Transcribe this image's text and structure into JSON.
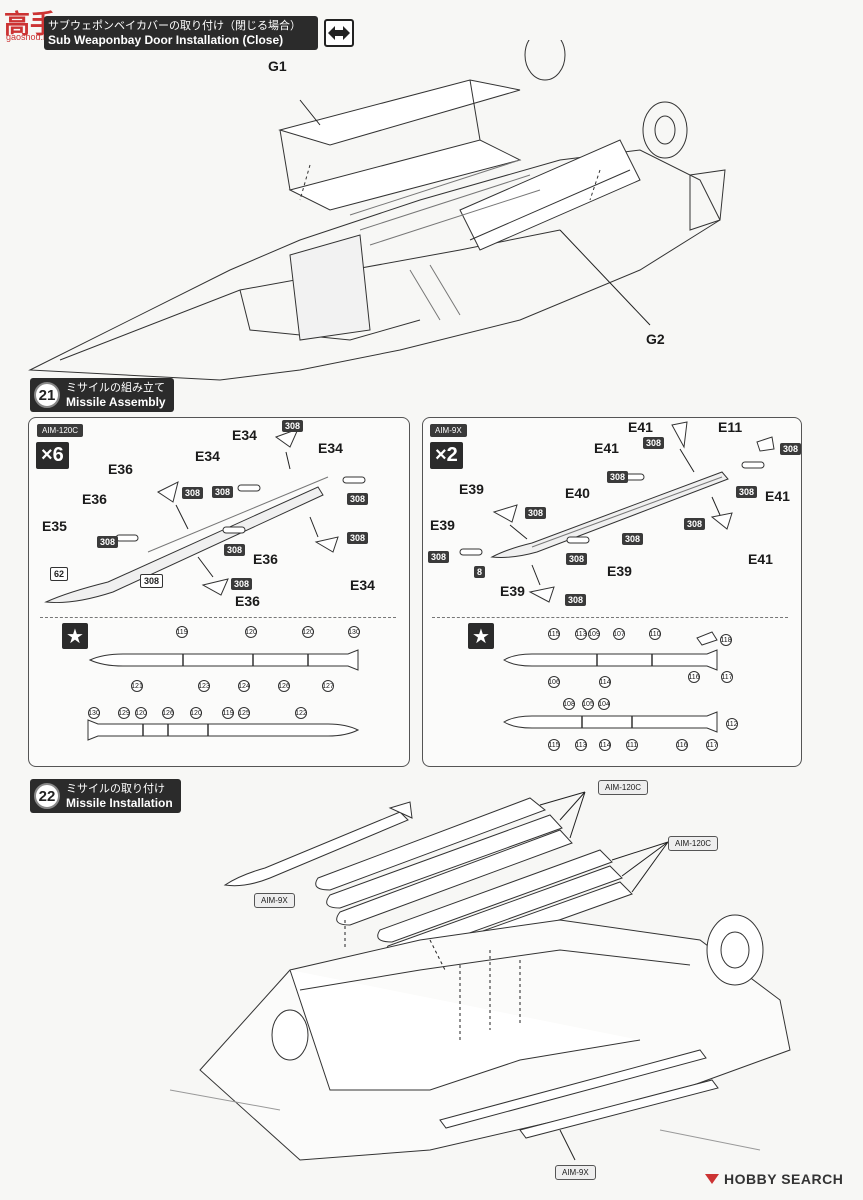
{
  "watermark": {
    "text": "高手",
    "sub": "gaoshou.net"
  },
  "step20": {
    "title_jp": "サブウェポンベイカバーの取り付け（閉じる場合）",
    "title_en": "Sub Weaponbay Door Installation (Close)",
    "parts": {
      "g1": "G1",
      "g2": "G2"
    }
  },
  "step21": {
    "num": "21",
    "title_jp": "ミサイルの組み立て",
    "title_en": "Missile Assembly",
    "left": {
      "tag": "AIM-120C",
      "mult": "×6",
      "parts": [
        "E34",
        "E34",
        "E34",
        "E34",
        "E36",
        "E36",
        "E36",
        "E36",
        "E35"
      ],
      "paint_code": "308",
      "paint_tip": "62",
      "star": "★",
      "markings_top": [
        "119",
        "120",
        "120",
        "130"
      ],
      "markings_bot": [
        "121",
        "123",
        "124",
        "126",
        "127"
      ],
      "markings_top2": [
        "130",
        "129",
        "120",
        "126",
        "120",
        "119",
        "125",
        "122"
      ]
    },
    "right": {
      "tag": "AIM-9X",
      "mult": "×2",
      "parts": [
        "E41",
        "E11",
        "E41",
        "E41",
        "E41",
        "E40",
        "E39",
        "E39",
        "E39"
      ],
      "paint_code": "308",
      "paint_tip": "8",
      "star": "★",
      "markings_a": [
        "115",
        "113",
        "109",
        "107",
        "110",
        "118",
        "106",
        "114",
        "116",
        "117"
      ],
      "markings_b": [
        "108",
        "105",
        "104",
        "112",
        "115",
        "113",
        "114",
        "111",
        "116",
        "117"
      ]
    }
  },
  "step22": {
    "num": "22",
    "title_jp": "ミサイルの取り付け",
    "title_en": "Missile Installation",
    "callouts": [
      "AIM-120C",
      "AIM-120C",
      "AIM-9X",
      "AIM-9X"
    ]
  },
  "footer": {
    "brand": "HOBBY SEARCH"
  }
}
